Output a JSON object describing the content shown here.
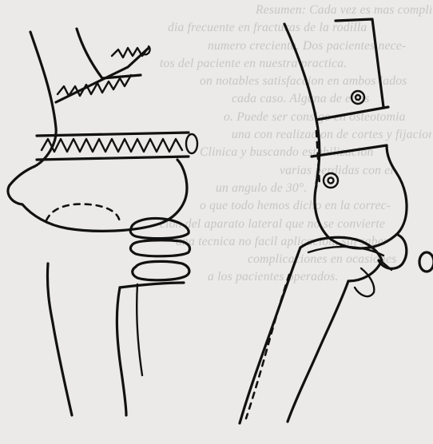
{
  "background_text": [
    "Resumen: Cada vez es mas complica-",
    "dia frecuente en fracturas de la rodilla",
    "numero creciente. Dos pacientes nece-",
    "tos del paciente en nuestra practica.",
    "on notables satisfaccion en ambos lados",
    "cada caso. Alguna de ellas",
    "o. Puede ser consigo en osteotomia",
    "una con realizacion de cortes y fijacion",
    "Clinica y buscando estabilizacion",
    "varias perdidas con el",
    "un angulo de 30°.",
    "o que todo hemos dicho en la correc-",
    "cion del aparato lateral que no se convierte",
    "una tecnica no facil aplicacion, sin saber",
    "complicaciones en ocasiones",
    "a los pacientes operados."
  ],
  "colors": {
    "paper": "#ebeae8",
    "ink": "#111111",
    "faded_text": "#c7c6c4"
  },
  "figures": [
    {
      "name": "left-knee-lateral-sketch"
    },
    {
      "name": "right-knee-lateral-sketch"
    }
  ]
}
